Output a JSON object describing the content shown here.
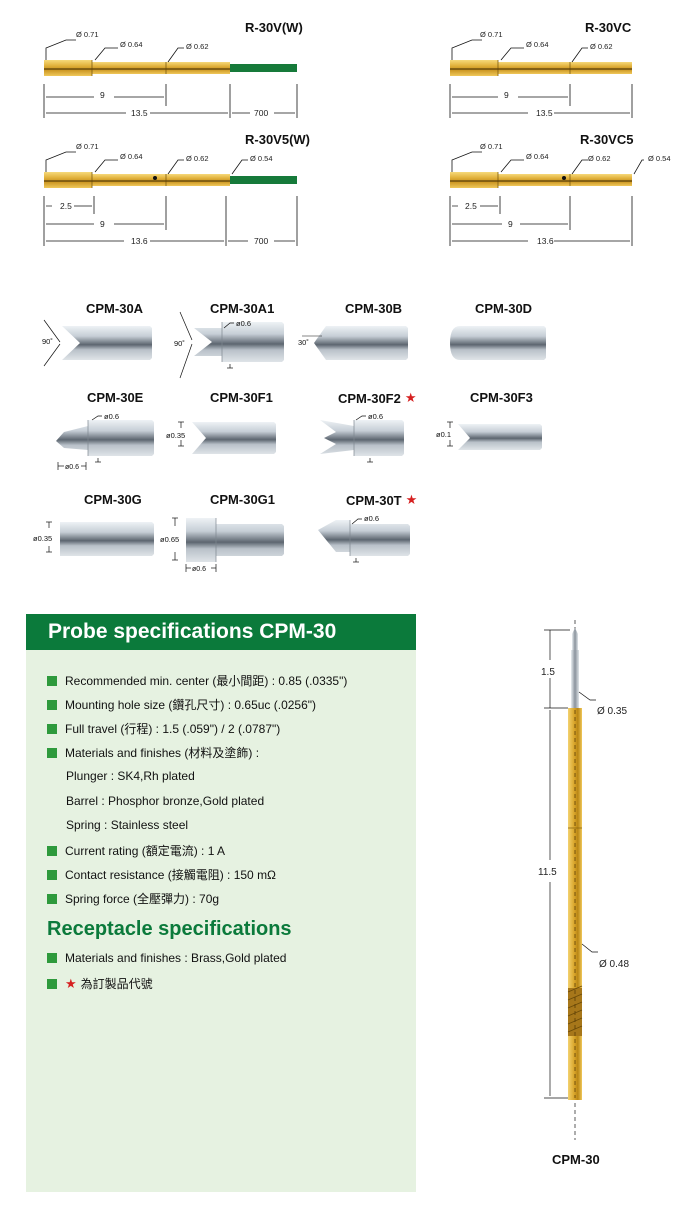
{
  "receptacles": [
    {
      "model": "R-30V(W)",
      "diameters": [
        "Ø 0.71",
        "Ø 0.64",
        "Ø 0.62"
      ],
      "dims": [
        "9",
        "13.5",
        "700"
      ]
    },
    {
      "model": "R-30VC",
      "diameters": [
        "Ø 0.71",
        "Ø 0.64",
        "Ø 0.62"
      ],
      "dims": [
        "9",
        "13.5"
      ]
    },
    {
      "model": "R-30V5(W)",
      "diameters": [
        "Ø 0.71",
        "Ø 0.64",
        "Ø 0.62",
        "Ø 0.54"
      ],
      "dims": [
        "2.5",
        "9",
        "13.6",
        "700"
      ]
    },
    {
      "model": "R-30VC5",
      "diameters": [
        "Ø 0.71",
        "Ø 0.64",
        "Ø 0.62",
        "Ø 0.54"
      ],
      "dims": [
        "2.5",
        "9",
        "13.6"
      ]
    }
  ],
  "tips": [
    {
      "model": "CPM-30A",
      "note": "90˚",
      "starred": false
    },
    {
      "model": "CPM-30A1",
      "note": "90˚",
      "dia": "ø0.6",
      "starred": false
    },
    {
      "model": "CPM-30B",
      "note": "30˚",
      "starred": false
    },
    {
      "model": "CPM-30D",
      "starred": false
    },
    {
      "model": "CPM-30E",
      "dia": "ø0.6",
      "dia2": "ø0.6",
      "starred": false
    },
    {
      "model": "CPM-30F1",
      "dia": "ø0.35",
      "starred": false
    },
    {
      "model": "CPM-30F2",
      "dia": "ø0.6",
      "starred": true
    },
    {
      "model": "CPM-30F3",
      "dia": "ø0.1",
      "starred": false
    },
    {
      "model": "CPM-30G",
      "dia": "ø0.35",
      "starred": false
    },
    {
      "model": "CPM-30G1",
      "dia": "ø0.65",
      "dia2": "ø0.6",
      "starred": false
    },
    {
      "model": "CPM-30T",
      "dia": "ø0.6",
      "starred": true
    }
  ],
  "star_glyph": "★",
  "probe_spec": {
    "title": "Probe specifications CPM-30",
    "items": [
      "Recommended min. center (最小間距) : 0.85 (.0335\")",
      "Mounting hole size (鑽孔尺寸) : 0.65uc (.0256\")",
      "Full travel (行程) : 1.5 (.059\") / 2 (.0787\")",
      "Materials and finishes (材料及塗飾) :"
    ],
    "materials": [
      "Plunger : SK4,Rh plated",
      "Barrel : Phosphor bronze,Gold plated",
      "Spring : Stainless steel"
    ],
    "items2": [
      "Current rating (額定電流) : 1 A",
      "Contact resistance (接觸電阻) : 150 mΩ",
      "Spring force (全壓彈力) : 70g"
    ]
  },
  "receptacle_spec": {
    "title": "Receptacle specifications",
    "items": [
      "Materials and finishes : Brass,Gold plated"
    ],
    "custom_note": "為訂製品代號"
  },
  "probe_drawing": {
    "model": "CPM-30",
    "dims": [
      "1.5",
      "11.5"
    ],
    "diameters": [
      "Ø 0.35",
      "Ø 0.48"
    ]
  },
  "colors": {
    "gold": "#d9a52a",
    "green_wire": "#167a3a",
    "banner": "#0b7a3b",
    "panel": "#e6f2e1",
    "bullet": "#2e9a3c",
    "star": "#d62020"
  }
}
